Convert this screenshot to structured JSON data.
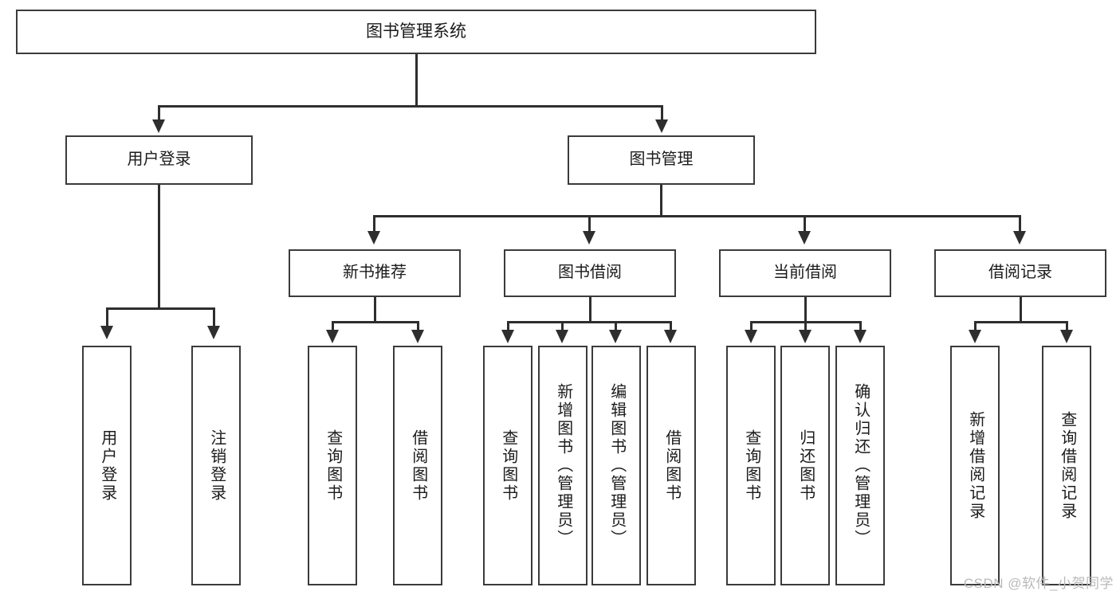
{
  "diagram": {
    "title": "图书管理系统",
    "type": "tree-hierarchy",
    "root": {
      "label": "图书管理系统"
    },
    "level2": [
      {
        "label": "用户登录"
      },
      {
        "label": "图书管理"
      }
    ],
    "level3": [
      {
        "label": "新书推荐"
      },
      {
        "label": "图书借阅"
      },
      {
        "label": "当前借阅"
      },
      {
        "label": "借阅记录"
      }
    ],
    "leaves": {
      "user_login": [
        {
          "label": "用户登录"
        },
        {
          "label": "注销登录"
        }
      ],
      "new_book_recommend": [
        {
          "label": "查询图书"
        },
        {
          "label": "借阅图书"
        }
      ],
      "book_borrow": [
        {
          "label": "查询图书"
        },
        {
          "label": "新增图书（管理员）"
        },
        {
          "label": "编辑图书（管理员）"
        },
        {
          "label": "借阅图书"
        }
      ],
      "current_borrow": [
        {
          "label": "查询图书"
        },
        {
          "label": "归还图书"
        },
        {
          "label": "确认归还（管理员）"
        }
      ],
      "borrow_record": [
        {
          "label": "新增借阅记录"
        },
        {
          "label": "查询借阅记录"
        }
      ]
    }
  },
  "watermark": {
    "text": "CSDN @软件_小贺同学"
  },
  "colors": {
    "stroke": "#3b3b3b",
    "line": "#2e2e2e",
    "background": "#ffffff",
    "watermark": "#b9b9b9"
  }
}
